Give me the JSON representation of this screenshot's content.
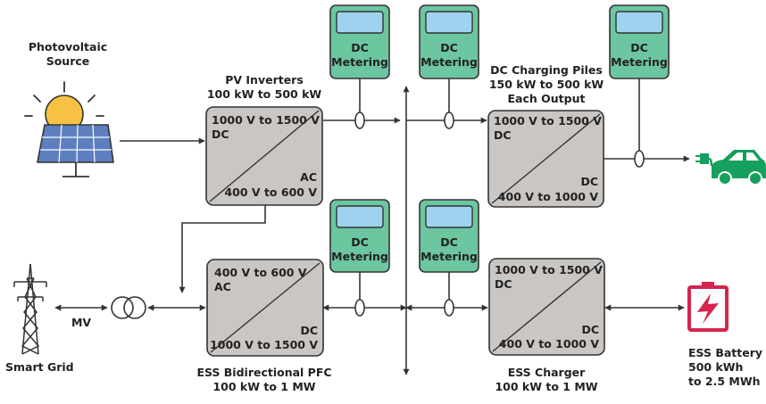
{
  "labels": {
    "pv_source": [
      "Photovoltaic",
      "Source"
    ],
    "pv_inverters": [
      "PV Inverters",
      "100 kW to 500 kW"
    ],
    "dc_charging": [
      "DC Charging Piles",
      "150 kW to 500 kW",
      "Each Output"
    ],
    "ess_pfc": [
      "ESS Bidirectional PFC",
      "100 kW to 1 MW"
    ],
    "ess_charger": [
      "ESS Charger",
      "100 kW to 1 MW"
    ],
    "ess_battery": [
      "ESS Battery",
      "500 kWh",
      "to 2.5 MWh"
    ],
    "smart_grid": "Smart Grid",
    "mv": "MV"
  },
  "meter": {
    "line1": "DC",
    "line2": "Metering"
  },
  "converters": {
    "pv_inverter": {
      "top": "1000 V to 1500 V",
      "top_type": "DC",
      "bottom_type": "AC",
      "bottom": "400 V to 600 V"
    },
    "dc_charging": {
      "top": "1000 V to 1500 V",
      "top_type": "DC",
      "bottom_type": "DC",
      "bottom": "400 V to 1000 V"
    },
    "ess_pfc": {
      "top": "400 V to 600 V",
      "top_type": "AC",
      "bottom_type": "DC",
      "bottom": "1000 V to 1500 V"
    },
    "ess_charger": {
      "top": "1000 V to 1500 V",
      "top_type": "DC",
      "bottom_type": "DC",
      "bottom": "400 V to 1000 V"
    }
  },
  "colors": {
    "meter_fill": "#6cc6a0",
    "meter_screen": "#9ed3ef",
    "converter_fill": "#cac6c3",
    "line": "#333333",
    "ev": "#15a05d",
    "battery": "#d6244f",
    "sun": "#f7c244",
    "panel": "#5d7fbf"
  },
  "icons": {
    "pv": "solar-panel-icon",
    "grid": "transmission-tower-icon",
    "transformer": "transformer-icon",
    "ev": "electric-car-icon",
    "battery": "battery-icon"
  }
}
